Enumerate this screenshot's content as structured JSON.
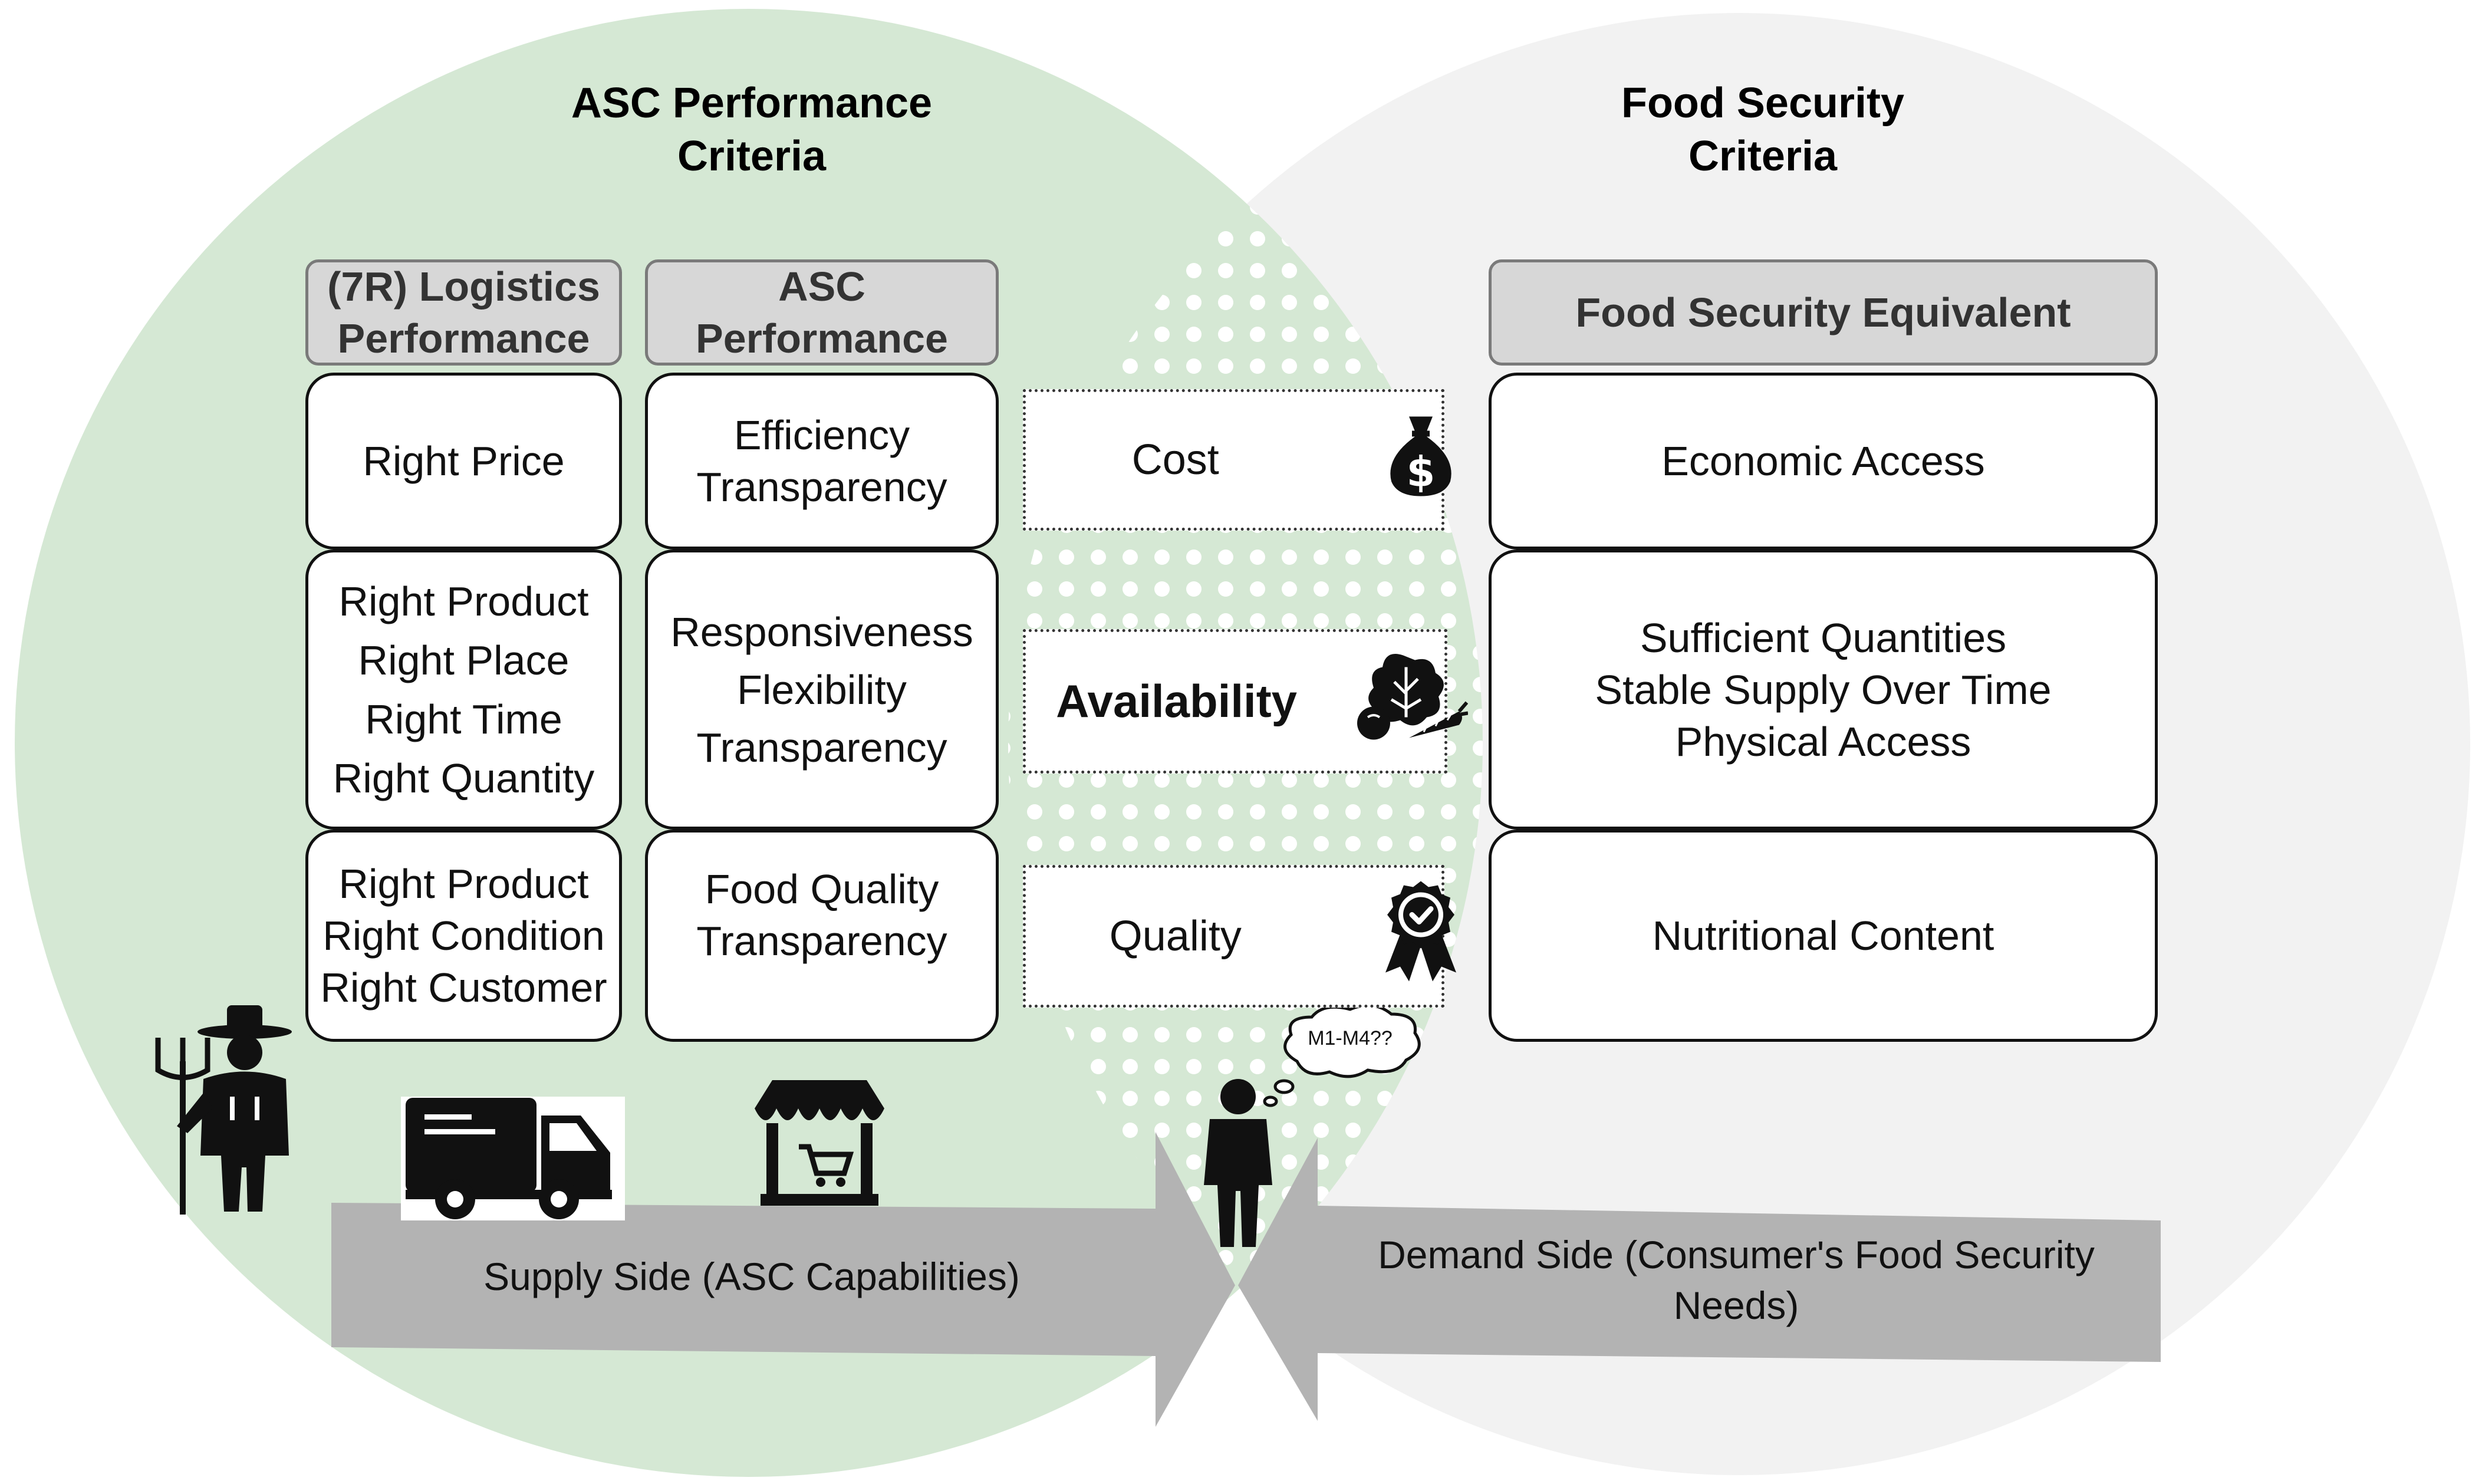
{
  "left_header": {
    "line1": "ASC Performance",
    "line2": "Criteria"
  },
  "right_header": {
    "line1": "Food Security",
    "line2": "Criteria"
  },
  "columns": {
    "logistics": {
      "line1": "(7R) Logistics",
      "line2": "Performance"
    },
    "asc": {
      "line1": "ASC",
      "line2": "Performance"
    },
    "food_security": {
      "label": "Food Security Equivalent"
    }
  },
  "rows": [
    {
      "logistics": [
        "Right Price"
      ],
      "asc": [
        "Efficiency",
        "Transparency"
      ],
      "middle": {
        "label": "Cost",
        "icon": "money-bag-icon"
      },
      "food_security": [
        "Economic Access"
      ]
    },
    {
      "logistics": [
        "Right Product",
        "Right Place",
        "Right Time",
        "Right Quantity"
      ],
      "asc": [
        "Responsiveness",
        "Flexibility",
        "Transparency"
      ],
      "middle": {
        "label": "Availability",
        "icon": "vegetables-icon"
      },
      "food_security": [
        "Sufficient Quantities",
        "Stable Supply Over Time",
        "Physical Access"
      ]
    },
    {
      "logistics": [
        "Right Product",
        "Right Condition",
        "Right Customer"
      ],
      "asc": [
        "Food Quality",
        "Transparency"
      ],
      "middle": {
        "label": "Quality",
        "icon": "quality-badge-icon"
      },
      "food_security": [
        "Nutritional Content"
      ]
    }
  ],
  "thought_bubble": "M1-M4??",
  "supply_arrow": {
    "label": "Supply Side (ASC Capabilities)"
  },
  "demand_arrow": {
    "line1": "Demand Side (Consumer's Food Security",
    "line2": "Needs)"
  },
  "icons": [
    "farmer-icon",
    "truck-icon",
    "market-stall-icon",
    "consumer-icon"
  ],
  "colors": {
    "left_circle": "#d5e8d4",
    "right_circle": "#f2f2f2",
    "header_fill": "#d7d7d7",
    "arrow_fill": "#b3b3b3"
  }
}
